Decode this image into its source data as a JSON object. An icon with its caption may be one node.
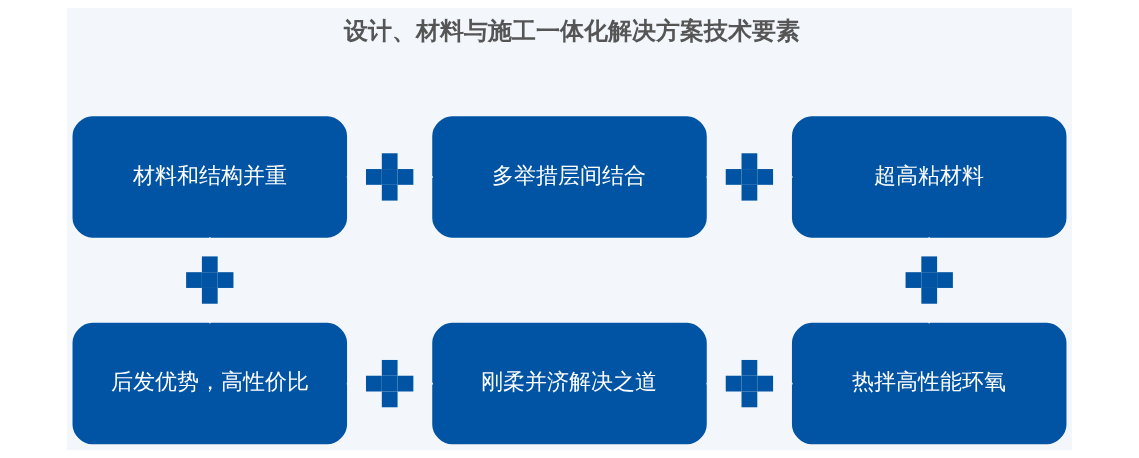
{
  "diagram": {
    "title": "设计、材料与施工一体化解决方案技术要素",
    "nodes": [
      {
        "text": [
          "材料和结构并重"
        ]
      },
      {
        "text": [
          "多举措层间结合"
        ]
      },
      {
        "text": [
          "超高粘材料"
        ]
      },
      {
        "text": [
          "后发优势，高性价比"
        ]
      },
      {
        "text": [
          "刚柔并济解决之道"
        ]
      },
      {
        "text": [
          "热拌高性能环氧"
        ]
      }
    ],
    "edges": [
      {
        "from": 0,
        "to": 1,
        "arrow": "none"
      },
      {
        "from": 1,
        "to": 2,
        "arrow": "none"
      },
      {
        "from": 0,
        "to": 3,
        "arrow": "none"
      },
      {
        "from": 2,
        "to": 5,
        "arrow": "none"
      },
      {
        "from": 3,
        "to": 4,
        "arrow": "none"
      },
      {
        "from": 4,
        "to": 5,
        "arrow": "none"
      }
    ]
  }
}
